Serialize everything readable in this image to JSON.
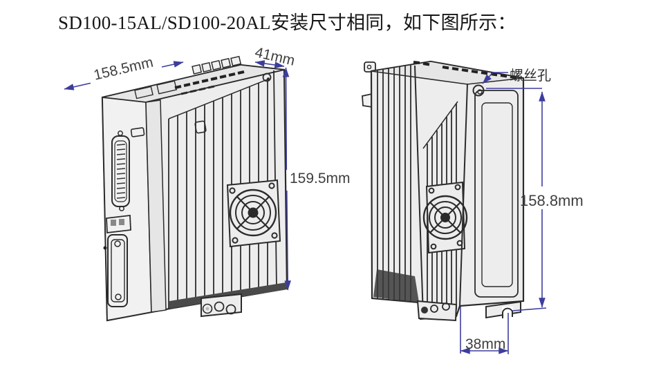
{
  "page": {
    "title": "SD100-15AL/SD100-20AL安装尺寸相同，如下图所示："
  },
  "left_view": {
    "dim_top_length": "158.5mm",
    "dim_top_depth": "41mm",
    "dim_height": "159.5mm"
  },
  "right_view": {
    "screw_hole_label": "螺丝孔",
    "dim_height": "158.8mm",
    "dim_bottom_width": "38mm"
  },
  "colors": {
    "dimension_line": "#3d3d9e",
    "dimension_text": "#3f3f3f",
    "annotation_text": "#2f2f2f",
    "drawing_line": "#2b2b2b",
    "background": "#ffffff"
  }
}
